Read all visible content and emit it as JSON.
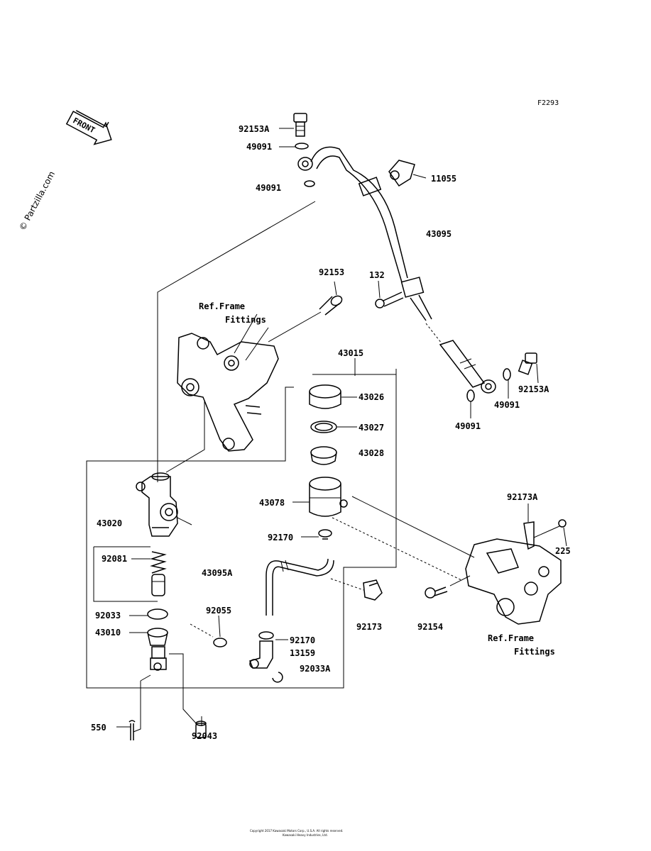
{
  "figure_code": "F2293",
  "watermark": "© Partzilla.com",
  "front_arrow_text": "FRONT",
  "labels": {
    "p92153A_top": "92153A",
    "p49091_a": "49091",
    "p49091_b": "49091",
    "p11055": "11055",
    "p43095": "43095",
    "p92153": "92153",
    "p132": "132",
    "ref_frame_1a": "Ref.Frame",
    "ref_frame_1b": "Fittings",
    "p43015": "43015",
    "p43026": "43026",
    "p43027": "43027",
    "p43028": "43028",
    "p92153A_right": "92153A",
    "p49091_c": "49091",
    "p49091_d": "49091",
    "p43078": "43078",
    "p43020": "43020",
    "p92081": "92081",
    "p92170_a": "92170",
    "p92173A": "92173A",
    "p225": "225",
    "p43095A": "43095A",
    "p92033": "92033",
    "p92055": "92055",
    "p43010": "43010",
    "p92173": "92173",
    "p92154": "92154",
    "ref_frame_2a": "Ref.Frame",
    "ref_frame_2b": "Fittings",
    "p92170_b": "92170",
    "p13159": "13159",
    "p92033A": "92033A",
    "p550": "550",
    "p92043": "92043"
  },
  "footer_line1": "Copyright 2017 Kawasaki Motors Corp., U.S.A. All rights reserved.",
  "footer_line2": "Kawasaki Heavy Industries, Ltd."
}
